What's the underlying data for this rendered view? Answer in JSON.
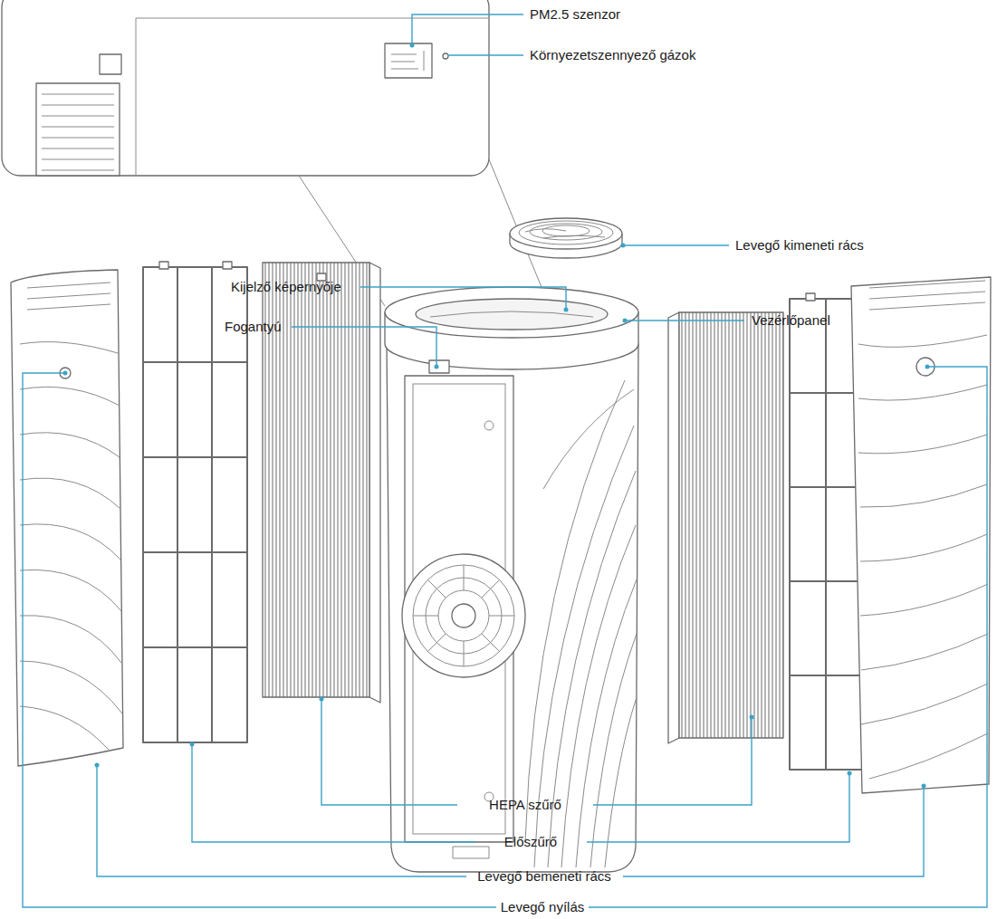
{
  "diagram": {
    "labels": [
      "PM2.5 szenzor",
      "Környezetszennyező gázok",
      "Levegő kimeneti rács",
      "Vezérlőpanel",
      "Kijelző képernyője",
      "Fogantyú",
      "HEPA szűrő",
      "Előszűrő",
      "Levegő bemeneti rács",
      "Levegő nyílás"
    ]
  }
}
